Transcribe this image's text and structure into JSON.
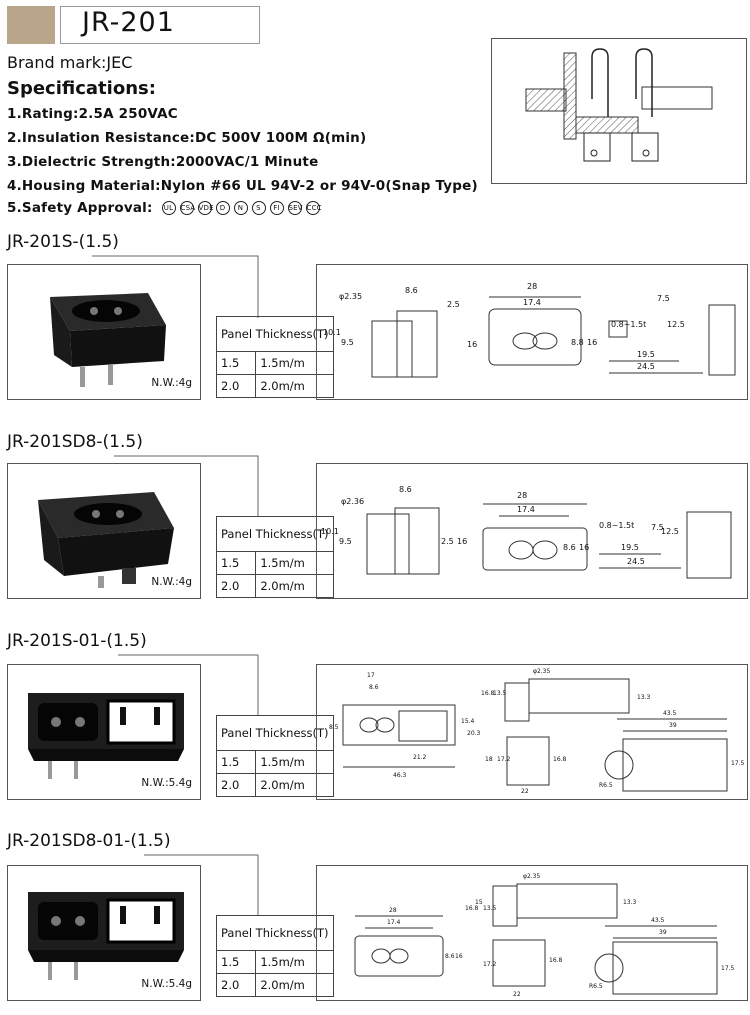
{
  "header": {
    "title": "JR-201"
  },
  "brand": {
    "label": "Brand mark:JEC"
  },
  "specs": {
    "heading": "Specifications:",
    "items": [
      "1.Rating:2.5A 250VAC",
      "2.Insulation Resistance:DC 500V  100M Ω(min)",
      "3.Dielectric Strength:2000VAC/1 Minute",
      "4.Housing Material:Nylon #66 UL 94V-2 or 94V-0(Snap Type)",
      "5.Safety Approval:"
    ],
    "approvals": [
      "UL",
      "CSA",
      "VDE",
      "D",
      "N",
      "S",
      "FI",
      "SEV",
      "CCC"
    ]
  },
  "panel_table": {
    "header": "Panel Thickness(T)",
    "rows": [
      [
        "1.5",
        "1.5m/m"
      ],
      [
        "2.0",
        "2.0m/m"
      ]
    ]
  },
  "sections": [
    {
      "title": "JR-201S-(1.5)",
      "nw": "N.W.:4g"
    },
    {
      "title": "JR-201SD8-(1.5)",
      "nw": "N.W.:4g"
    },
    {
      "title": "JR-201S-01-(1.5)",
      "nw": "N.W.:5.4g"
    },
    {
      "title": "JR-201SD8-01-(1.5)",
      "nw": "N.W.:5.4g"
    }
  ],
  "dims": {
    "s1": [
      "φ2.35",
      "8.6",
      "2.5",
      "28",
      "17.4",
      "7.5",
      "10.1",
      "9.5",
      "16",
      "8.8",
      "16",
      "0.8~1.5t",
      "12.5",
      "19.5",
      "24.5"
    ],
    "s2": [
      "φ2.36",
      "8.6",
      "28",
      "17.4",
      "10.1",
      "9.5",
      "2.5",
      "16",
      "8.6",
      "16",
      "0.8~1.5t",
      "7.5",
      "12.5",
      "19.5",
      "24.5"
    ],
    "s3": [
      "17",
      "8.6",
      "φ2.35",
      "16.8",
      "13.5",
      "13.3",
      "8.5",
      "15.4",
      "20.3",
      "21.2",
      "46.3",
      "18",
      "17.2",
      "16.8",
      "22",
      "43.5",
      "39",
      "R6.5",
      "17.5"
    ],
    "s4": [
      "28",
      "17.4",
      "φ2.35",
      "16.8",
      "15",
      "13.5",
      "13.3",
      "8.6",
      "16",
      "17.2",
      "16.8",
      "22",
      "43.5",
      "39",
      "R6.5",
      "17.5"
    ]
  }
}
